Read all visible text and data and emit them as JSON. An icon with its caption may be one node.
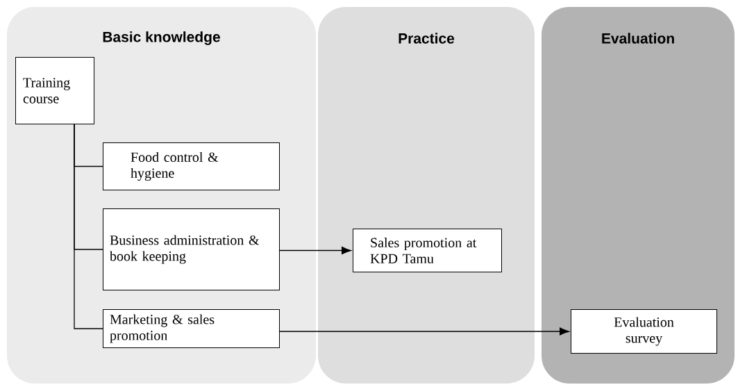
{
  "diagram": {
    "nodes": [
      {
        "text": [
          "Basic knowledge"
        ]
      },
      {
        "text": [
          "Practice"
        ]
      },
      {
        "text": [
          "Evaluation"
        ]
      },
      {
        "text": [
          "Training course"
        ],
        "in": 0
      },
      {
        "text": [
          "Food control & hygiene"
        ],
        "in": 0
      },
      {
        "text": [
          "Business administration & book keeping"
        ],
        "in": 0
      },
      {
        "text": [
          "Sales promotion at KPD Tamu"
        ],
        "in": 1
      },
      {
        "text": [
          "Marketing & sales promotion"
        ],
        "in": 0
      },
      {
        "text": [
          "Evaluation survey"
        ],
        "in": 2
      }
    ],
    "edges": [
      {
        "from": 3,
        "to": 4,
        "arrow": "none"
      },
      {
        "from": 3,
        "to": 5,
        "arrow": "none"
      },
      {
        "from": 3,
        "to": 7,
        "arrow": "none"
      },
      {
        "from": 5,
        "to": 6,
        "arrow": "to"
      },
      {
        "from": 7,
        "to": 8,
        "arrow": "to"
      }
    ]
  }
}
